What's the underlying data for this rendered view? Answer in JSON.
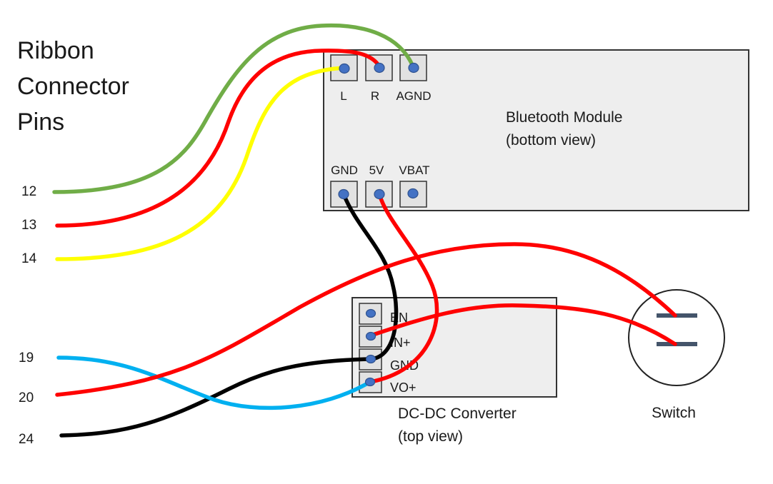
{
  "title": [
    "Ribbon",
    "Connector",
    "Pins"
  ],
  "ribbon_pins": [
    "12",
    "13",
    "14",
    "19",
    "20",
    "24"
  ],
  "bluetooth_module": {
    "name_line1": "Bluetooth Module",
    "name_line2": "(bottom view)",
    "top_pins": [
      "L",
      "R",
      "AGND"
    ],
    "bottom_pins": [
      "GND",
      "5V",
      "VBAT"
    ]
  },
  "converter": {
    "name_line1": "DC-DC Converter",
    "name_line2": "(top view)",
    "pins": [
      "EN",
      "IN+",
      "GND",
      "VO+"
    ]
  },
  "switch": {
    "label": "Switch"
  },
  "colors": {
    "green": "#70ad47",
    "red": "#ff0000",
    "yellow": "#ffff00",
    "blue": "#00b0f0",
    "black": "#000000",
    "pin_dot": "#4472c4"
  }
}
